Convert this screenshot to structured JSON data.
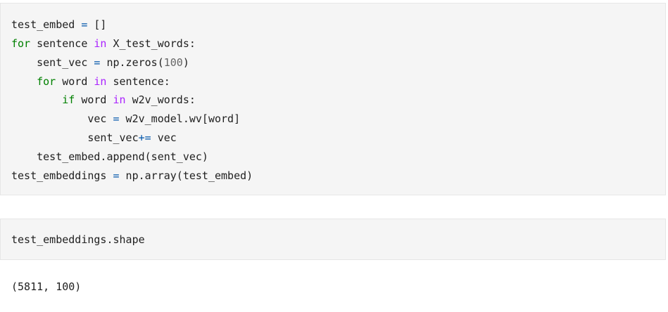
{
  "cells": [
    {
      "lines": [
        [
          {
            "t": "test_embed ",
            "c": ""
          },
          {
            "t": "=",
            "c": "eq"
          },
          {
            "t": " []",
            "c": ""
          }
        ],
        [
          {
            "t": "for",
            "c": "kw"
          },
          {
            "t": " sentence ",
            "c": ""
          },
          {
            "t": "in",
            "c": "op"
          },
          {
            "t": " X_test_words:",
            "c": ""
          }
        ],
        [
          {
            "t": "    sent_vec ",
            "c": ""
          },
          {
            "t": "=",
            "c": "eq"
          },
          {
            "t": " np.zeros(",
            "c": ""
          },
          {
            "t": "100",
            "c": "num"
          },
          {
            "t": ")",
            "c": ""
          }
        ],
        [
          {
            "t": "    ",
            "c": ""
          },
          {
            "t": "for",
            "c": "kw"
          },
          {
            "t": " word ",
            "c": ""
          },
          {
            "t": "in",
            "c": "op"
          },
          {
            "t": " sentence:",
            "c": ""
          }
        ],
        [
          {
            "t": "        ",
            "c": ""
          },
          {
            "t": "if",
            "c": "kw"
          },
          {
            "t": " word ",
            "c": ""
          },
          {
            "t": "in",
            "c": "op"
          },
          {
            "t": " w2v_words:",
            "c": ""
          }
        ],
        [
          {
            "t": "            vec ",
            "c": ""
          },
          {
            "t": "=",
            "c": "eq"
          },
          {
            "t": " w2v_model.wv[word]",
            "c": ""
          }
        ],
        [
          {
            "t": "            sent_vec",
            "c": ""
          },
          {
            "t": "+=",
            "c": "eq"
          },
          {
            "t": " vec",
            "c": ""
          }
        ],
        [
          {
            "t": "    test_embed.append(sent_vec)",
            "c": ""
          }
        ],
        [
          {
            "t": "test_embeddings ",
            "c": ""
          },
          {
            "t": "=",
            "c": "eq"
          },
          {
            "t": " np.array(test_embed)",
            "c": ""
          }
        ]
      ]
    },
    {
      "lines": [
        [
          {
            "t": "test_embeddings.shape",
            "c": ""
          }
        ]
      ]
    }
  ],
  "output": {
    "text": "(5811, 100)"
  }
}
